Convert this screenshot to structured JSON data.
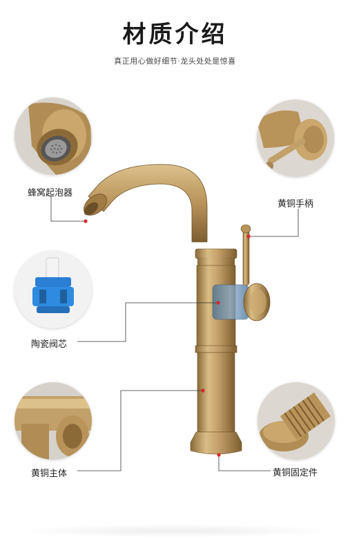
{
  "header": {
    "title": "材质介绍",
    "subtitle": "真正用心做好细节·龙头处处是惊喜"
  },
  "callouts": {
    "aerator": "蜂窝起泡器",
    "handle": "黄铜手柄",
    "cartridge": "陶瓷阀芯",
    "body": "黄铜主体",
    "fixing": "黄铜固定件"
  },
  "colors": {
    "brass_light": "#d6b97f",
    "brass_mid": "#b8935a",
    "brass_dark": "#7a5a2e",
    "marker_red": "#d9262b",
    "cartridge_blue": "#2b7fd4"
  },
  "icons": {
    "aerator_closeup": "aerator-closeup-image",
    "handle_closeup": "handle-closeup-image",
    "cartridge_closeup": "ceramic-cartridge-image",
    "body_closeup": "brass-body-closeup-image",
    "fixing_closeup": "threaded-fixing-closeup-image"
  }
}
